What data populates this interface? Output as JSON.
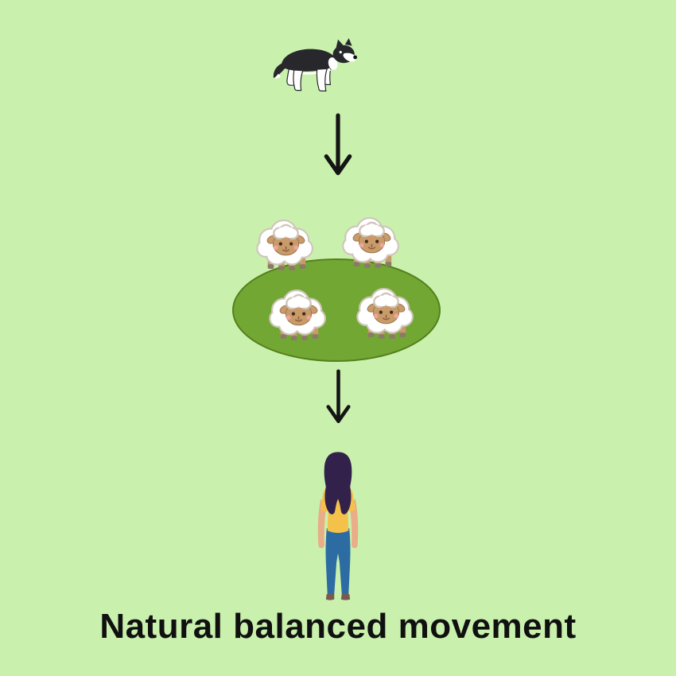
{
  "canvas": {
    "background": "#c9f1ad"
  },
  "caption": {
    "text": "Natural balanced movement",
    "color": "#101010"
  },
  "diagram": {
    "sequence": [
      "herding-dog",
      "sheep-flock",
      "person"
    ],
    "sheep_count": 4,
    "icons": {
      "dog": "border-collie-dog-icon",
      "arrow": "down-arrow-icon",
      "field": "pasture-field-icon",
      "sheep": "sheep-icon",
      "person": "person-standing-icon"
    }
  },
  "colors": {
    "page_bg": "#c9f1ad",
    "caption_color": "#101010",
    "field_green": "#72a733",
    "field_border": "#55801e",
    "arrow_black": "#141414",
    "sheep_wool": "#ffffff",
    "wool_outline": "#cfc6ba",
    "sheep_face": "#c99a6a",
    "sheep_hoof": "#8a7a68",
    "dog_black": "#28282c",
    "dog_white": "#ffffff",
    "person_skin": "#e9ad87",
    "person_shirt": "#f4c14a",
    "person_pants": "#2d6ca3",
    "person_shoes": "#7a5a4c",
    "person_hair": "#32214b"
  }
}
